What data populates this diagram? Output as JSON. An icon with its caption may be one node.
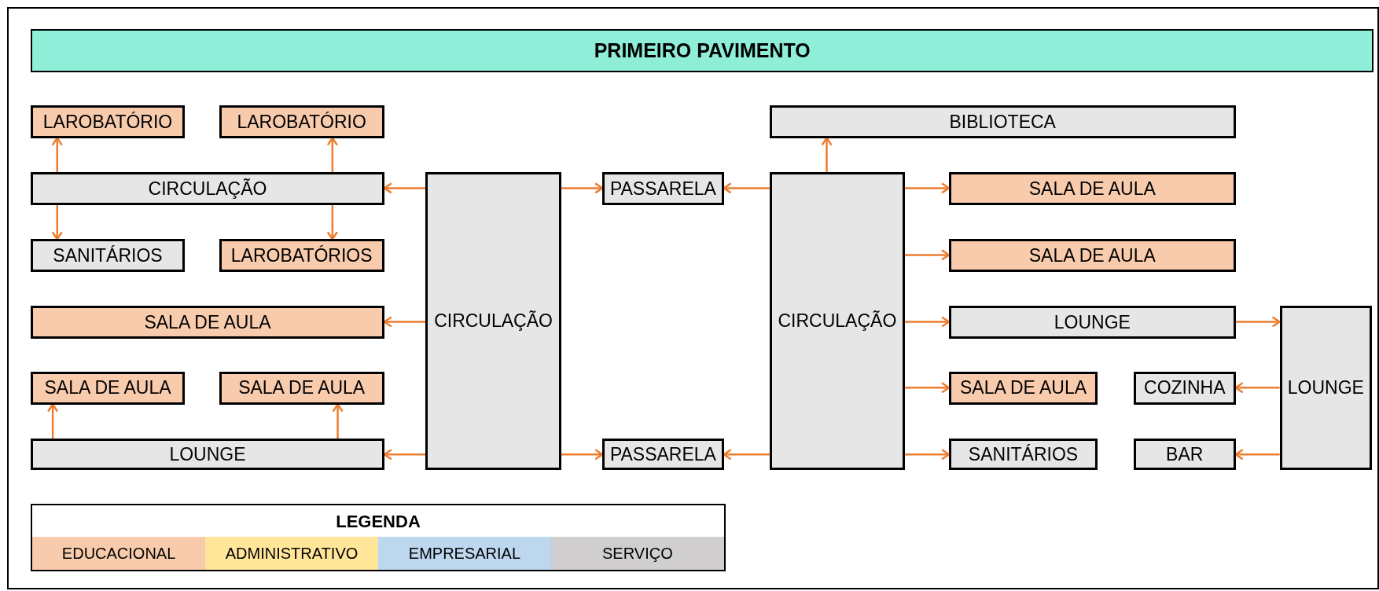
{
  "diagram": {
    "title": "PRIMEIRO PAVIMENTO",
    "nodes": [
      {
        "text": [
          "LAROBATÓRIO"
        ]
      },
      {
        "text": [
          "LAROBATÓRIO"
        ]
      },
      {
        "text": [
          "BIBLIOTECA"
        ]
      },
      {
        "text": [
          "CIRCULAÇÃO"
        ]
      },
      {
        "text": [
          "CIRCULAÇÃO"
        ]
      },
      {
        "text": [
          "PASSARELA"
        ]
      },
      {
        "text": [
          "CIRCULAÇÃO"
        ]
      },
      {
        "text": [
          "SALA DE AULA"
        ]
      },
      {
        "text": [
          "SANITÁRIOS"
        ]
      },
      {
        "text": [
          "LAROBATÓRIOS"
        ]
      },
      {
        "text": [
          "SALA DE AULA"
        ]
      },
      {
        "text": [
          "SALA DE AULA"
        ]
      },
      {
        "text": [
          "LOUNGE"
        ]
      },
      {
        "text": [
          "LOUNGE"
        ]
      },
      {
        "text": [
          "SALA DE AULA"
        ]
      },
      {
        "text": [
          "SALA DE AULA"
        ]
      },
      {
        "text": [
          "SALA DE AULA"
        ]
      },
      {
        "text": [
          "COZINHA"
        ]
      },
      {
        "text": [
          "LOUNGE"
        ]
      },
      {
        "text": [
          "PASSARELA"
        ]
      },
      {
        "text": [
          "SANITÁRIOS"
        ]
      },
      {
        "text": [
          "BAR"
        ]
      }
    ],
    "edges": [
      {
        "from": 3,
        "to": 0,
        "arrow": "to"
      },
      {
        "from": 3,
        "to": 1,
        "arrow": "to"
      },
      {
        "from": 3,
        "to": 8,
        "arrow": "to"
      },
      {
        "from": 3,
        "to": 9,
        "arrow": "to"
      },
      {
        "from": 4,
        "to": 3,
        "arrow": "to"
      },
      {
        "from": 4,
        "to": 5,
        "arrow": "to"
      },
      {
        "from": 6,
        "to": 5,
        "arrow": "to"
      },
      {
        "from": 6,
        "to": 2,
        "arrow": "to"
      },
      {
        "from": 6,
        "to": 7,
        "arrow": "to"
      },
      {
        "from": 6,
        "to": 10,
        "arrow": "to"
      },
      {
        "from": 4,
        "to": 11,
        "arrow": "to"
      },
      {
        "from": 6,
        "to": 12,
        "arrow": "to"
      },
      {
        "from": 12,
        "to": 13,
        "arrow": "to"
      },
      {
        "from": 6,
        "to": 16,
        "arrow": "to"
      },
      {
        "from": 13,
        "to": 17,
        "arrow": "to"
      },
      {
        "from": 18,
        "to": 14,
        "arrow": "to"
      },
      {
        "from": 18,
        "to": 15,
        "arrow": "to"
      },
      {
        "from": 4,
        "to": 18,
        "arrow": "to"
      },
      {
        "from": 4,
        "to": 19,
        "arrow": "to"
      },
      {
        "from": 6,
        "to": 19,
        "arrow": "to"
      },
      {
        "from": 6,
        "to": 20,
        "arrow": "to"
      },
      {
        "from": 13,
        "to": 21,
        "arrow": "to"
      }
    ],
    "labels": [
      "LEGENDA"
    ],
    "legend": [
      {
        "text": "EDUCACIONAL",
        "color": "#f8cbad"
      },
      {
        "text": "ADMINISTRATIVO",
        "color": "#ffe699"
      },
      {
        "text": "EMPRESARIAL",
        "color": "#bdd7ee"
      },
      {
        "text": "SERVIÇO",
        "color": "#d0cece"
      }
    ]
  }
}
